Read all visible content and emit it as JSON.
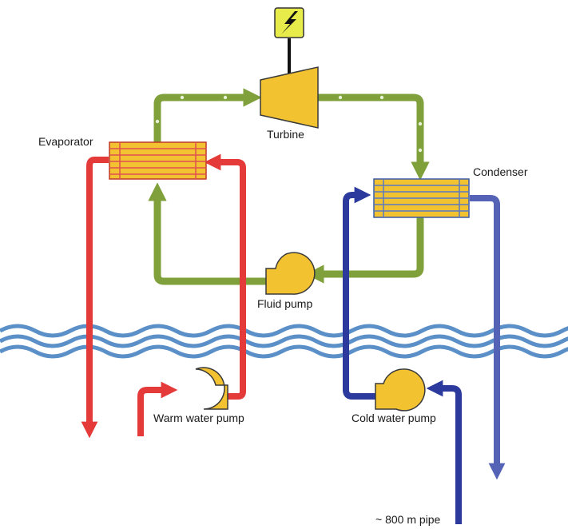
{
  "labels": {
    "evaporator": "Evaporator",
    "turbine": "Turbine",
    "condenser": "Condenser",
    "fluid_pump": "Fluid pump",
    "warm_water_pump": "Warm water pump",
    "cold_water_pump": "Cold water pump",
    "pipe": "~ 800 m pipe"
  },
  "icons": {
    "generator": "lightning-bolt-icon"
  },
  "colors": {
    "working_fluid": "#7fa03a",
    "warm_water": "#e53a3a",
    "cold_water": "#2b3a9c",
    "cold_water_return": "#5563b6",
    "ocean": "#5b8fc7",
    "equipment": "#f2c230",
    "equipment_stroke": "#3a3a3a",
    "generator": "#e8ec4a"
  }
}
